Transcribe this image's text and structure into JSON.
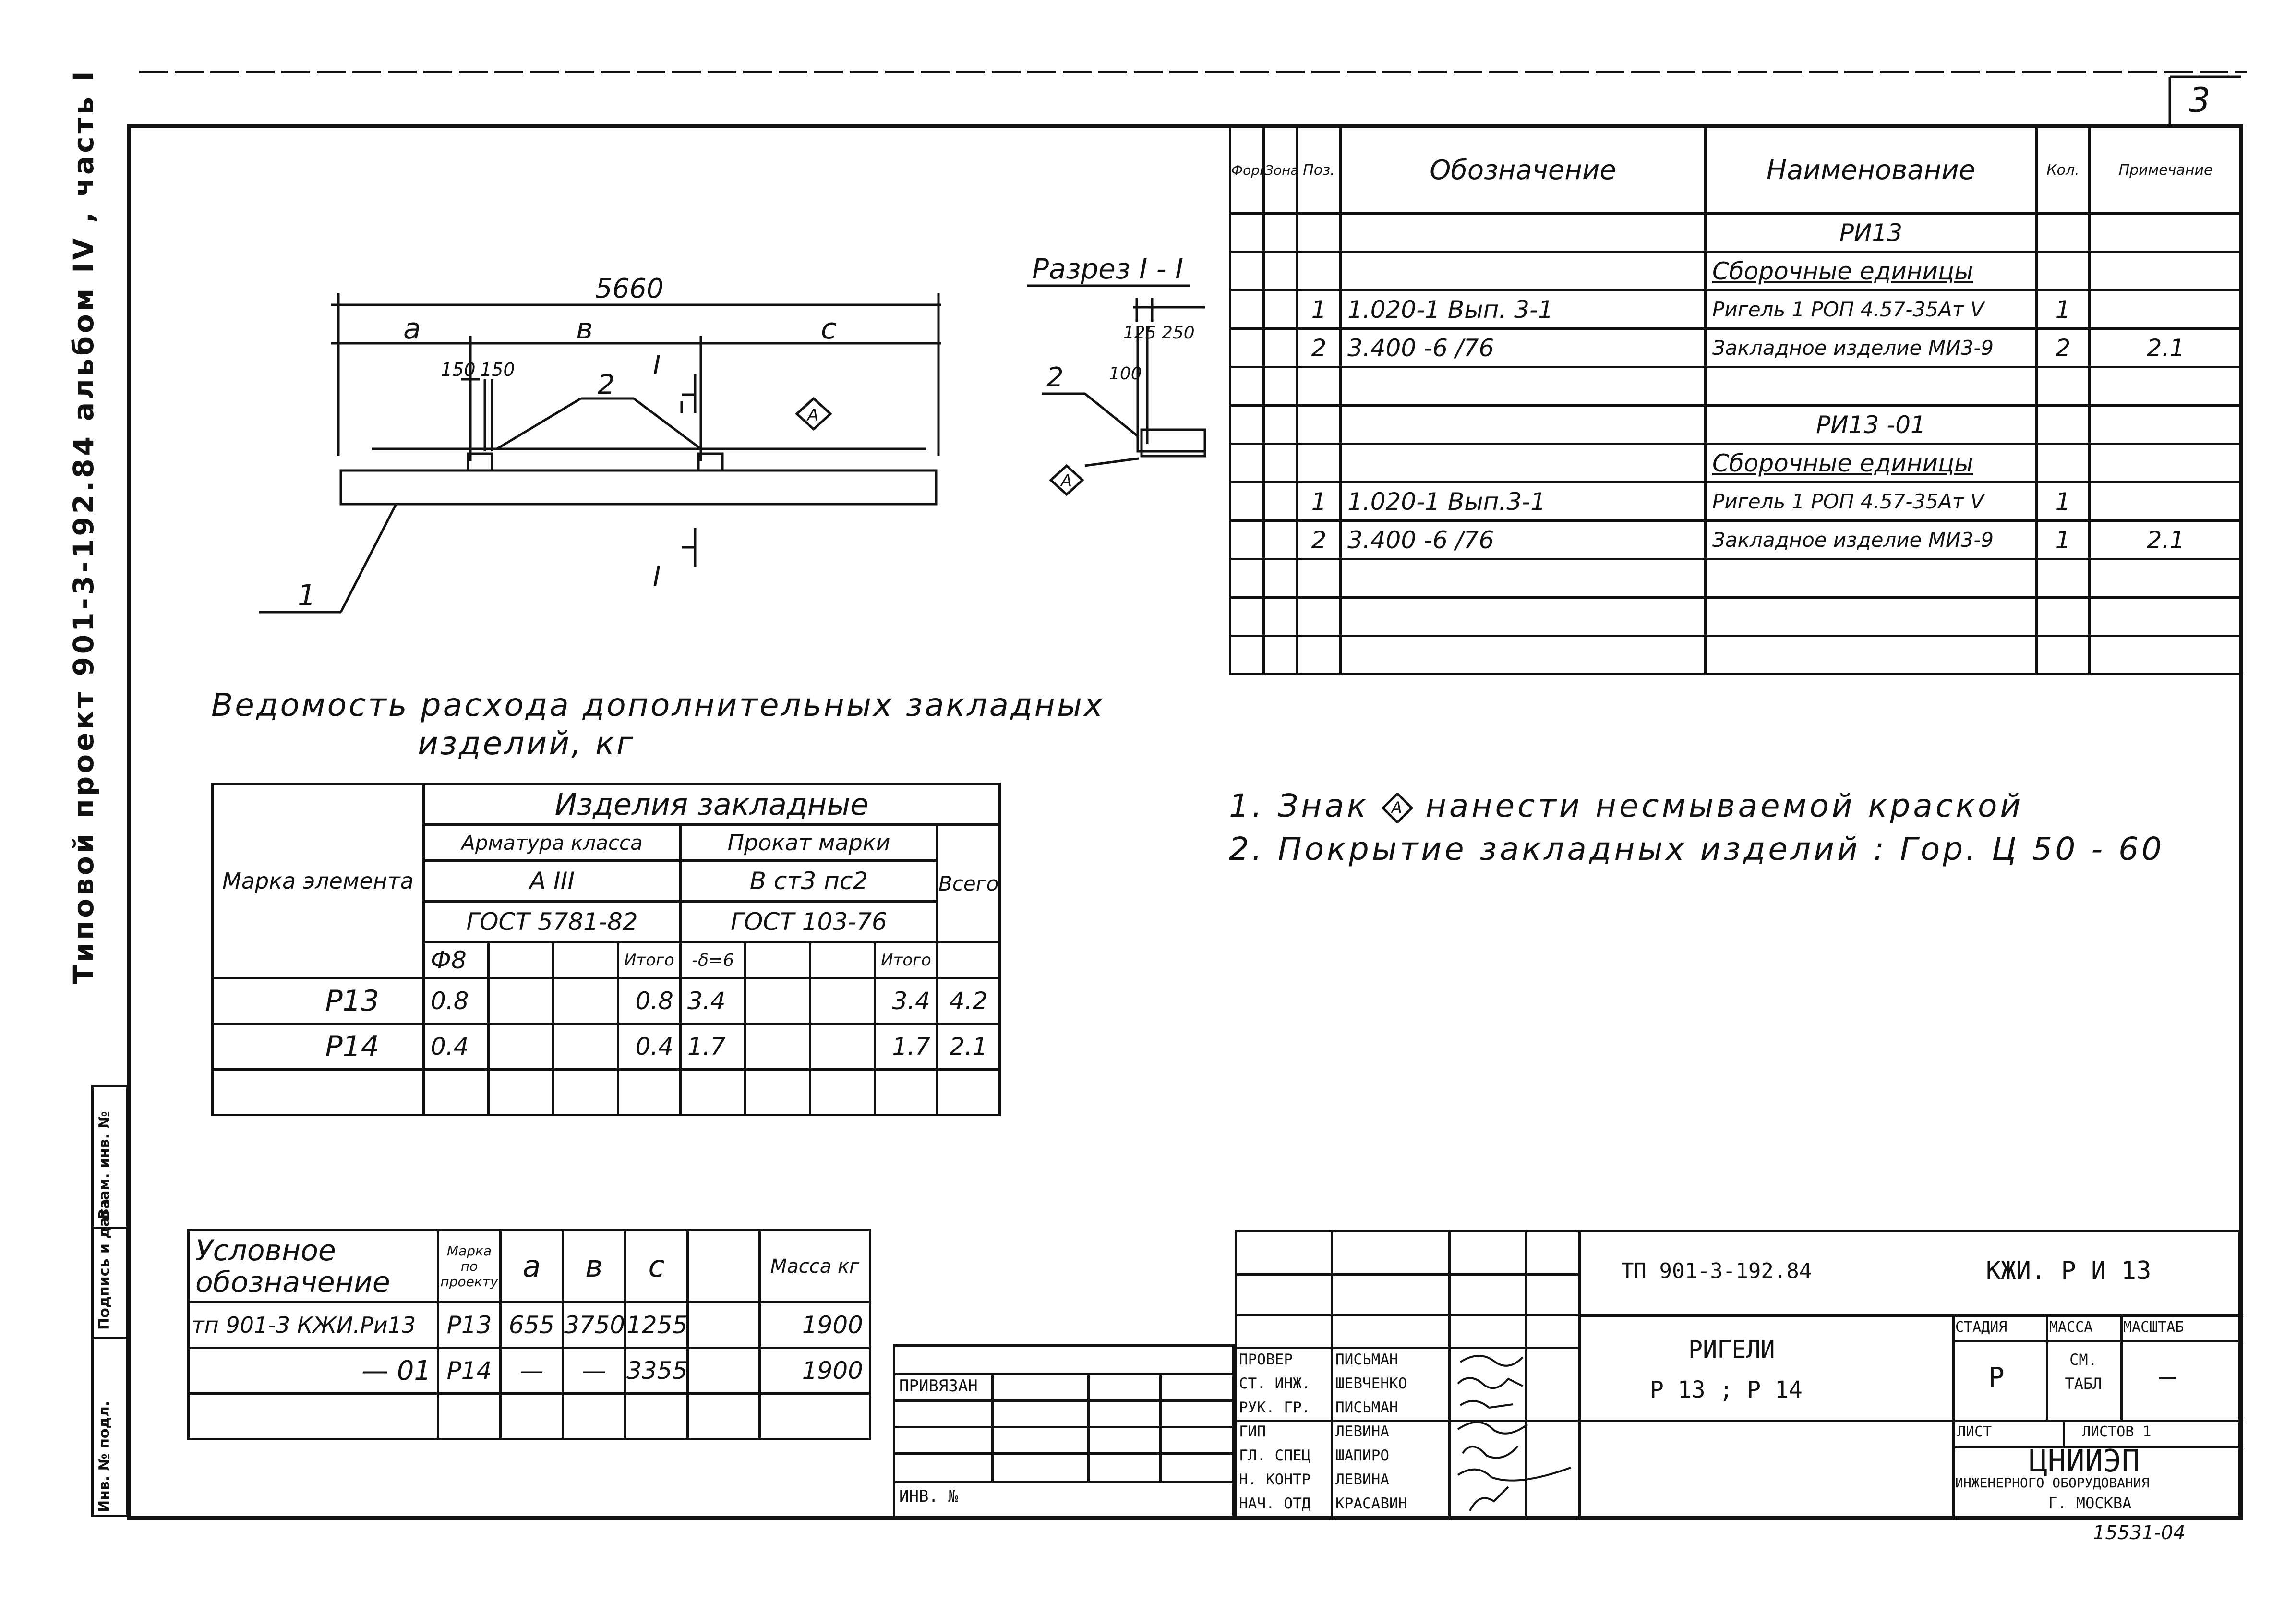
{
  "left_strip": {
    "title": "Типовой проект 901-3-192.84 альбом IV , часть I",
    "cells": [
      "Инв. № подл.",
      "Подпись и дата",
      "Взам. инв. №"
    ]
  },
  "page_corner": "3",
  "drawing": {
    "overall_dim": "5660",
    "seg_a": "а",
    "seg_b": "в",
    "seg_c": "с",
    "dim_150_left": "150",
    "dim_150_right": "150",
    "pos1": "1",
    "pos2": "2",
    "section_mark_top": "I",
    "section_mark_bottom": "I",
    "marker_A": "A"
  },
  "section": {
    "title": "Разрез I - I",
    "dim_125": "125",
    "dim_250": "250",
    "dim_100": "100",
    "pos2": "2",
    "marker_A": "A"
  },
  "spec": {
    "headers": [
      "Формат",
      "Зона",
      "Поз.",
      "Обозначение",
      "Наименование",
      "Кол.",
      "Примечание"
    ],
    "rows": [
      [
        "",
        "",
        "",
        "",
        "РИ13",
        "",
        ""
      ],
      [
        "",
        "",
        "",
        "",
        "Сборочные единицы",
        "",
        ""
      ],
      [
        "",
        "",
        "1",
        "1.020-1 Вып. 3-1",
        "Ригель 1 РОП 4.57-35Ат V",
        "1",
        ""
      ],
      [
        "",
        "",
        "2",
        "3.400 -6 /76",
        "Закладное изделие МИ3-9",
        "2",
        "2.1"
      ],
      [
        "",
        "",
        "",
        "",
        "",
        "",
        ""
      ],
      [
        "",
        "",
        "",
        "",
        "РИ13 -01",
        "",
        ""
      ],
      [
        "",
        "",
        "",
        "",
        "Сборочные единицы",
        "",
        ""
      ],
      [
        "",
        "",
        "1",
        "1.020-1 Вып.3-1",
        "Ригель 1 РОП 4.57-35Ат V",
        "1",
        ""
      ],
      [
        "",
        "",
        "2",
        "3.400 -6 /76",
        "Закладное изделие МИ3-9",
        "1",
        "2.1"
      ],
      [
        "",
        "",
        "",
        "",
        "",
        "",
        ""
      ],
      [
        "",
        "",
        "",
        "",
        "",
        "",
        ""
      ],
      [
        "",
        "",
        "",
        "",
        "",
        "",
        ""
      ]
    ]
  },
  "vedomost": {
    "title_line1": "Ведомость расхода дополнительных закладных",
    "title_line2": "изделий, кг",
    "h_items": "Изделия закладные",
    "h_mark": "Марка элемента",
    "h_armatura": "Арматура класса",
    "h_prokat": "Прокат марки",
    "h_total": "Всего",
    "h_a3": "А III",
    "h_vst": "В ст3 пс2",
    "h_gost1": "ГОСТ 5781-82",
    "h_gost2": "ГОСТ 103-76",
    "h_phi8": "Ф8",
    "h_itogo1": "Итого",
    "h_delta": "-δ=6",
    "h_itogo2": "Итого",
    "rows": [
      {
        "mark": "Р13",
        "phi8": "0.8",
        "it1": "0.8",
        "delta": "3.4",
        "it2": "3.4",
        "total": "4.2"
      },
      {
        "mark": "Р14",
        "phi8": "0.4",
        "it1": "0.4",
        "delta": "1.7",
        "it2": "1.7",
        "total": "2.1"
      }
    ]
  },
  "notes": [
    {
      "num": "1.",
      "pre": "Знак",
      "marker": "A",
      "post": "нанести несмываемой краской"
    },
    {
      "num": "2.",
      "pre": "Покрытие закладных изделий : Гор. Ц 50 - 60",
      "marker": "",
      "post": ""
    }
  ],
  "cond_table": {
    "h_name": "Условное обозначение",
    "h_mark": "Марка по проекту",
    "h_a": "а",
    "h_b": "в",
    "h_c": "с",
    "h_mass": "Масса кг",
    "rows": [
      {
        "name": "тп 901-3 КЖИ.Ри13",
        "mark": "Р13",
        "a": "655",
        "b": "3750",
        "c": "1255",
        "mass": "1900"
      },
      {
        "name": "— 01",
        "mark": "Р14",
        "a": "—",
        "b": "—",
        "c": "3355",
        "mass": "1900"
      }
    ]
  },
  "title_block": {
    "privyazan": "Привязан",
    "inv": "Инв. №",
    "roles": [
      "Провер",
      "Ст. инж.",
      "Рук. гр.",
      "ГИП",
      "Гл. спец",
      "Н. контр",
      "Нач. отд"
    ],
    "names": [
      "Письман",
      "Шевченко",
      "Письман",
      "Левина",
      "Шапиро",
      "Левина",
      "Красавин"
    ],
    "code": "ТП 901-3-192.84",
    "doc": "КЖИ. Р И 13",
    "name_line1": "Ригели",
    "name_line2": "Р 13 ; Р 14",
    "stage_h": "Стадия",
    "mass_h": "Масса",
    "scale_h": "Масштаб",
    "stage": "Р",
    "mass": "См. табл",
    "scale": "—",
    "sheet": "Лист",
    "sheets": "Листов 1",
    "org1": "ЦНИИЭП",
    "org2": "инженерного оборудования",
    "org3": "г. Москва"
  },
  "footer_num": "15531-04"
}
